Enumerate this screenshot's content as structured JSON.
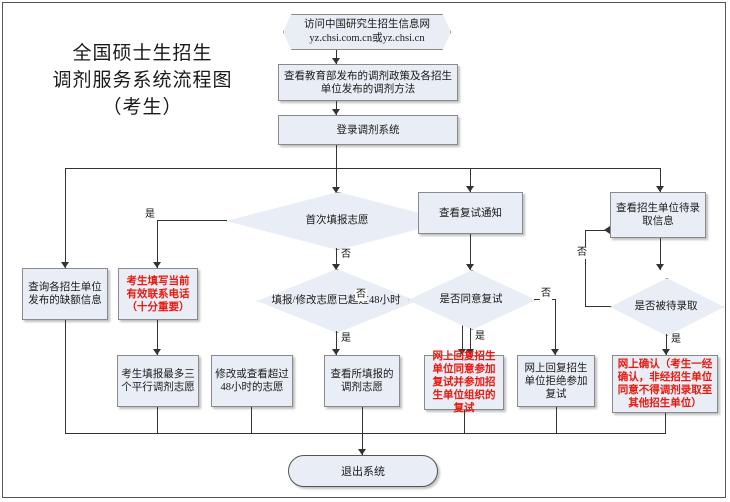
{
  "title": {
    "line1": "全国硕士生招生",
    "line2": "调剂服务系统流程图",
    "line3": "（考生）"
  },
  "nodes": {
    "start": {
      "line1": "访问中国研究生招生信息网",
      "line2": "yz.chsi.com.cn或yz.chsi.cn"
    },
    "policy": "查看教育部发布的调剂政策及各招生单位发布的调剂方法",
    "login": "登录调剂系统",
    "decision_first_fill": "首次填报志愿",
    "decision_48h": "填报/修改志愿已超过48小时",
    "check_vacancy": "查询各招生单位发布的缺额信息",
    "fill_phone": "考生填写当前有效联系电话（十分重要）",
    "fill_three": "考生填报最多三个平行调剂志愿",
    "modify_48h": "修改或查看超过48小时的志愿",
    "view_filled": "查看所填报的调剂志愿",
    "view_retest_notice": "查看复试通知",
    "decision_agree_retest": "是否同意复试",
    "reply_agree": "网上回复招生单位同意参加复试并参加招生单位组织的复试",
    "reply_refuse": "网上回复招生单位拒绝参加复试",
    "view_admit_info": "查看招生单位待录取信息",
    "decision_admitted": "是否被待录取",
    "confirm_online": "网上确认（考生一经确认，非经招生单位同意不得调剂录取至其他招生单位）",
    "exit": "退出系统"
  },
  "edge_labels": {
    "first_fill_yes": "是",
    "first_fill_no": "否",
    "over48_yes": "是",
    "over48_no": "否",
    "agree_retest_yes": "是",
    "agree_retest_no": "否",
    "admitted_yes": "是",
    "admitted_no": "否"
  },
  "colors": {
    "node_fill": "#e9edf5",
    "node_border": "#8a8a8a",
    "line": "#333333",
    "emphasis_text": "#e8190f",
    "page_background": "#ffffff"
  }
}
